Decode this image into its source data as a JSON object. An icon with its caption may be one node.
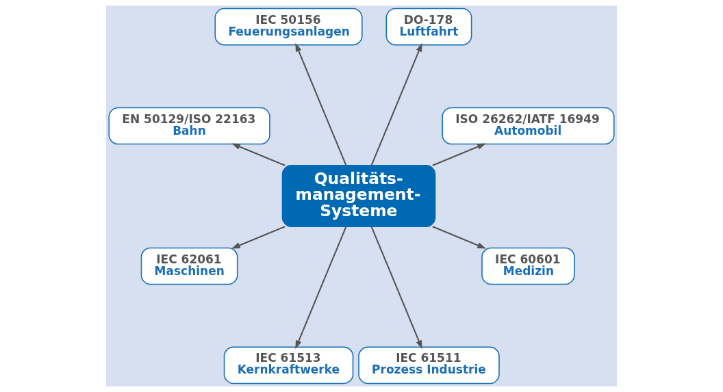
{
  "diagram": {
    "nodes": [
      {
        "text": [
          "Qualitäts- management- Systeme"
        ]
      },
      {
        "text": [
          "ISO 26262/IATF 16949",
          "Automobil"
        ]
      },
      {
        "text": [
          "DO-178",
          "Luftfahrt"
        ]
      },
      {
        "text": [
          "IEC 50156",
          "Feuerungsanlagen"
        ]
      },
      {
        "text": [
          "EN 50129/ISO 22163",
          "Bahn"
        ]
      },
      {
        "text": [
          "IEC 62061",
          "Maschinen"
        ]
      },
      {
        "text": [
          "IEC 61513",
          "Kernkraftwerke"
        ]
      },
      {
        "text": [
          "IEC 61511",
          "Prozess Industrie"
        ]
      },
      {
        "text": [
          "IEC 60601",
          "Medizin"
        ]
      }
    ],
    "edges": [
      {
        "from": 0,
        "to": 1,
        "arrow": "to"
      },
      {
        "from": 0,
        "to": 3,
        "arrow": "to"
      },
      {
        "from": 0,
        "to": 5,
        "arrow": "to"
      },
      {
        "from": 0,
        "to": 7,
        "arrow": "to"
      },
      {
        "from": 0,
        "to": 8,
        "arrow": "to"
      },
      {
        "from": 0,
        "to": 6,
        "arrow": "to"
      },
      {
        "from": 0,
        "to": 4,
        "arrow": "to"
      },
      {
        "from": 0,
        "to": 2,
        "arrow": "to"
      }
    ]
  }
}
